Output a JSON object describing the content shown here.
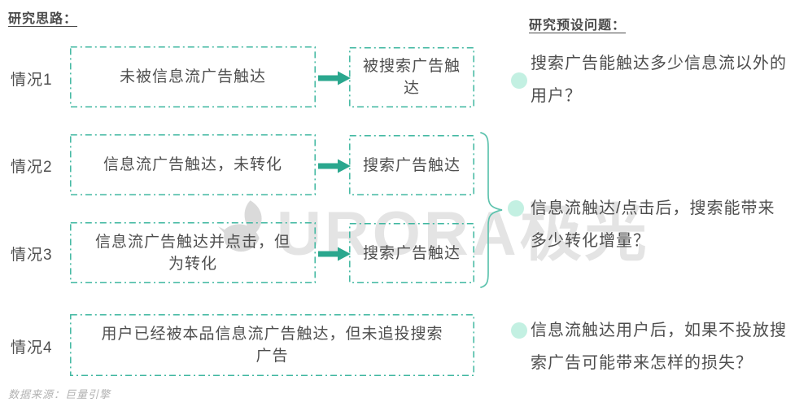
{
  "left": {
    "title": "研究思路：",
    "rows": [
      {
        "label": "情况1",
        "box1_lines": [
          "未被信息流广告触达"
        ],
        "box2_lines": [
          "被搜索广告触",
          "达"
        ]
      },
      {
        "label": "情况2",
        "box1_lines": [
          "信息流广告触达，未转化"
        ],
        "box2_lines": [
          "搜索广告触达"
        ]
      },
      {
        "label": "情况3",
        "box1_lines": [
          "信息流广告触达并点击，但",
          "为转化"
        ],
        "box2_lines": [
          "搜索广告触达"
        ]
      },
      {
        "label": "情况4",
        "box1_lines": [
          "用户已经被本品信息流广告触达，但未追投搜索",
          "广告"
        ]
      }
    ],
    "source_note": "数据来源：巨量引擎"
  },
  "right": {
    "title": "研究预设问题：",
    "questions": [
      {
        "lines": [
          "搜索广告能触达多少信息流以外的",
          "用户？"
        ]
      },
      {
        "lines": [
          "信息流触达/点击后，搜索能带来",
          "多少转化增量？"
        ]
      },
      {
        "lines": [
          "信息流触达用户后，如果不投放搜",
          "索广告可能带来怎样的损失？"
        ]
      }
    ]
  },
  "watermark": {
    "text": "URORA极光"
  },
  "colors": {
    "arrow_teal": "#2aa78e",
    "dashed_border_teal": "#3fb7a0",
    "brace_teal": "#5ec3ae",
    "bullet_mint": "#c3f0e2",
    "body_text": "#4f4f4f",
    "footer_gray": "#b2b2b2",
    "watermark_gray": "#e4e4e4"
  }
}
